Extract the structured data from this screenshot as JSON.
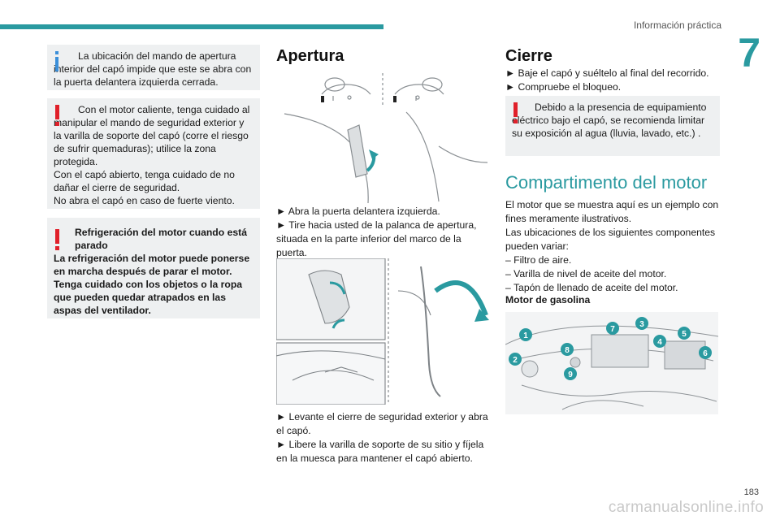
{
  "header": {
    "section_title": "Información práctica",
    "chapter_number": "7"
  },
  "left_column": {
    "info_box": {
      "text": "La ubicación del mando de apertura interior del capó impide que este se abra con la puerta delantera izquierda cerrada."
    },
    "warning_box_1": {
      "lines": [
        "Con el motor caliente, tenga cuidado al manipular el mando de seguridad exterior y la varilla de soporte del capó (corre el riesgo de sufrir quemaduras); utilice la zona protegida.",
        "Con el capó abierto, tenga cuidado de no dañar el cierre de seguridad.",
        "No abra el capó en caso de fuerte viento."
      ]
    },
    "warning_box_2": {
      "title": "Refrigeración del motor cuando está parado",
      "body": "La refrigeración del motor puede ponerse en marcha después de parar el motor. Tenga cuidado con los objetos o la ropa que pueden quedar atrapados en las aspas del ventilador."
    }
  },
  "middle_column": {
    "heading": "Apertura",
    "steps_1": [
      "► Abra la puerta delantera izquierda.",
      "► Tire hacia usted de la palanca de apertura, situada en la parte inferior del marco de la puerta."
    ],
    "steps_2": [
      "► Levante el cierre de seguridad exterior y abra el capó.",
      "► Libere la varilla de soporte de su sitio y fíjela en la muesca para mantener el capó abierto."
    ]
  },
  "right_column": {
    "heading": "Cierre",
    "steps": [
      "► Baje el capó y suéltelo al final del recorrido.",
      "► Compruebe el bloqueo."
    ],
    "warning_box": {
      "text": "Debido a la presencia de equipamiento eléctrico bajo el capó, se recomienda limitar su exposición al agua (lluvia, lavado, etc.) ."
    },
    "section_heading": "Compartimento del motor",
    "body_lines": [
      "El motor que se muestra aquí es un ejemplo con fines meramente ilustrativos.",
      "Las ubicaciones de los siguientes componentes pueden variar:",
      "– Filtro de aire.",
      "– Varilla de nivel de aceite del motor.",
      "– Tapón de llenado de aceite del motor."
    ],
    "subheading": "Motor de gasolina",
    "engine_labels": [
      "1",
      "2",
      "3",
      "4",
      "5",
      "6",
      "7",
      "8",
      "9"
    ]
  },
  "footer": {
    "page_number": "183",
    "watermark": "carmanualsonline.info"
  },
  "colors": {
    "accent": "#2a9aa0",
    "info": "#3b8fd9",
    "warning": "#e0202a",
    "box_bg": "#eef0f1"
  }
}
